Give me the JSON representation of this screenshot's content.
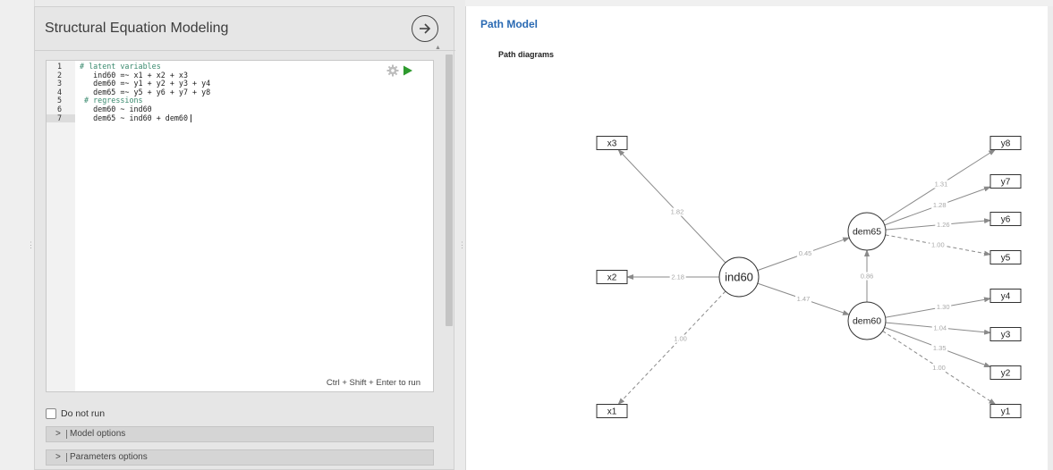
{
  "panel": {
    "title": "Structural Equation Modeling"
  },
  "editor": {
    "lines": [
      {
        "num": "1",
        "text": "# latent variables",
        "comment": true
      },
      {
        "num": "2",
        "text": "   ind60 =~ x1 + x2 + x3",
        "comment": false
      },
      {
        "num": "3",
        "text": "   dem60 =~ y1 + y2 + y3 + y4",
        "comment": false
      },
      {
        "num": "4",
        "text": "   dem65 =~ y5 + y6 + y7 + y8",
        "comment": false
      },
      {
        "num": "5",
        "text": " # regressions",
        "comment": true
      },
      {
        "num": "6",
        "text": "   dem60 ~ ind60",
        "comment": false
      },
      {
        "num": "7",
        "text": "   dem65 ~ ind60 + dem60",
        "comment": false
      }
    ],
    "hint": "Ctrl + Shift + Enter to run"
  },
  "options": {
    "do_not_run": "Do not run",
    "model_options": "Model options",
    "parameters_options": "Parameters options"
  },
  "results": {
    "title": "Path Model",
    "subtitle": "Path diagrams"
  },
  "diagram": {
    "latent": [
      "ind60",
      "dem60",
      "dem65"
    ],
    "observed": [
      "x1",
      "x2",
      "x3",
      "y1",
      "y2",
      "y3",
      "y4",
      "y5",
      "y6",
      "y7",
      "y8"
    ],
    "edges": [
      {
        "from": "ind60",
        "to": "x3",
        "label": "1.82",
        "dashed": false
      },
      {
        "from": "ind60",
        "to": "x2",
        "label": "2.18",
        "dashed": false
      },
      {
        "from": "ind60",
        "to": "x1",
        "label": "1.00",
        "dashed": true
      },
      {
        "from": "ind60",
        "to": "dem65",
        "label": "0.45",
        "dashed": false
      },
      {
        "from": "ind60",
        "to": "dem60",
        "label": "1.47",
        "dashed": false
      },
      {
        "from": "dem60",
        "to": "dem65",
        "label": "0.86",
        "dashed": false
      },
      {
        "from": "dem65",
        "to": "y8",
        "label": "1.31",
        "dashed": false
      },
      {
        "from": "dem65",
        "to": "y7",
        "label": "1.28",
        "dashed": false
      },
      {
        "from": "dem65",
        "to": "y6",
        "label": "1.26",
        "dashed": false
      },
      {
        "from": "dem65",
        "to": "y5",
        "label": "1.00",
        "dashed": true
      },
      {
        "from": "dem60",
        "to": "y4",
        "label": "1.30",
        "dashed": false
      },
      {
        "from": "dem60",
        "to": "y3",
        "label": "1.04",
        "dashed": false
      },
      {
        "from": "dem60",
        "to": "y2",
        "label": "1.35",
        "dashed": false
      },
      {
        "from": "dem60",
        "to": "y1",
        "label": "1.00",
        "dashed": true
      }
    ]
  },
  "colors": {
    "accent": "#2a6ab3",
    "play": "#2e9a2e",
    "edge": "#8a8a8a"
  }
}
